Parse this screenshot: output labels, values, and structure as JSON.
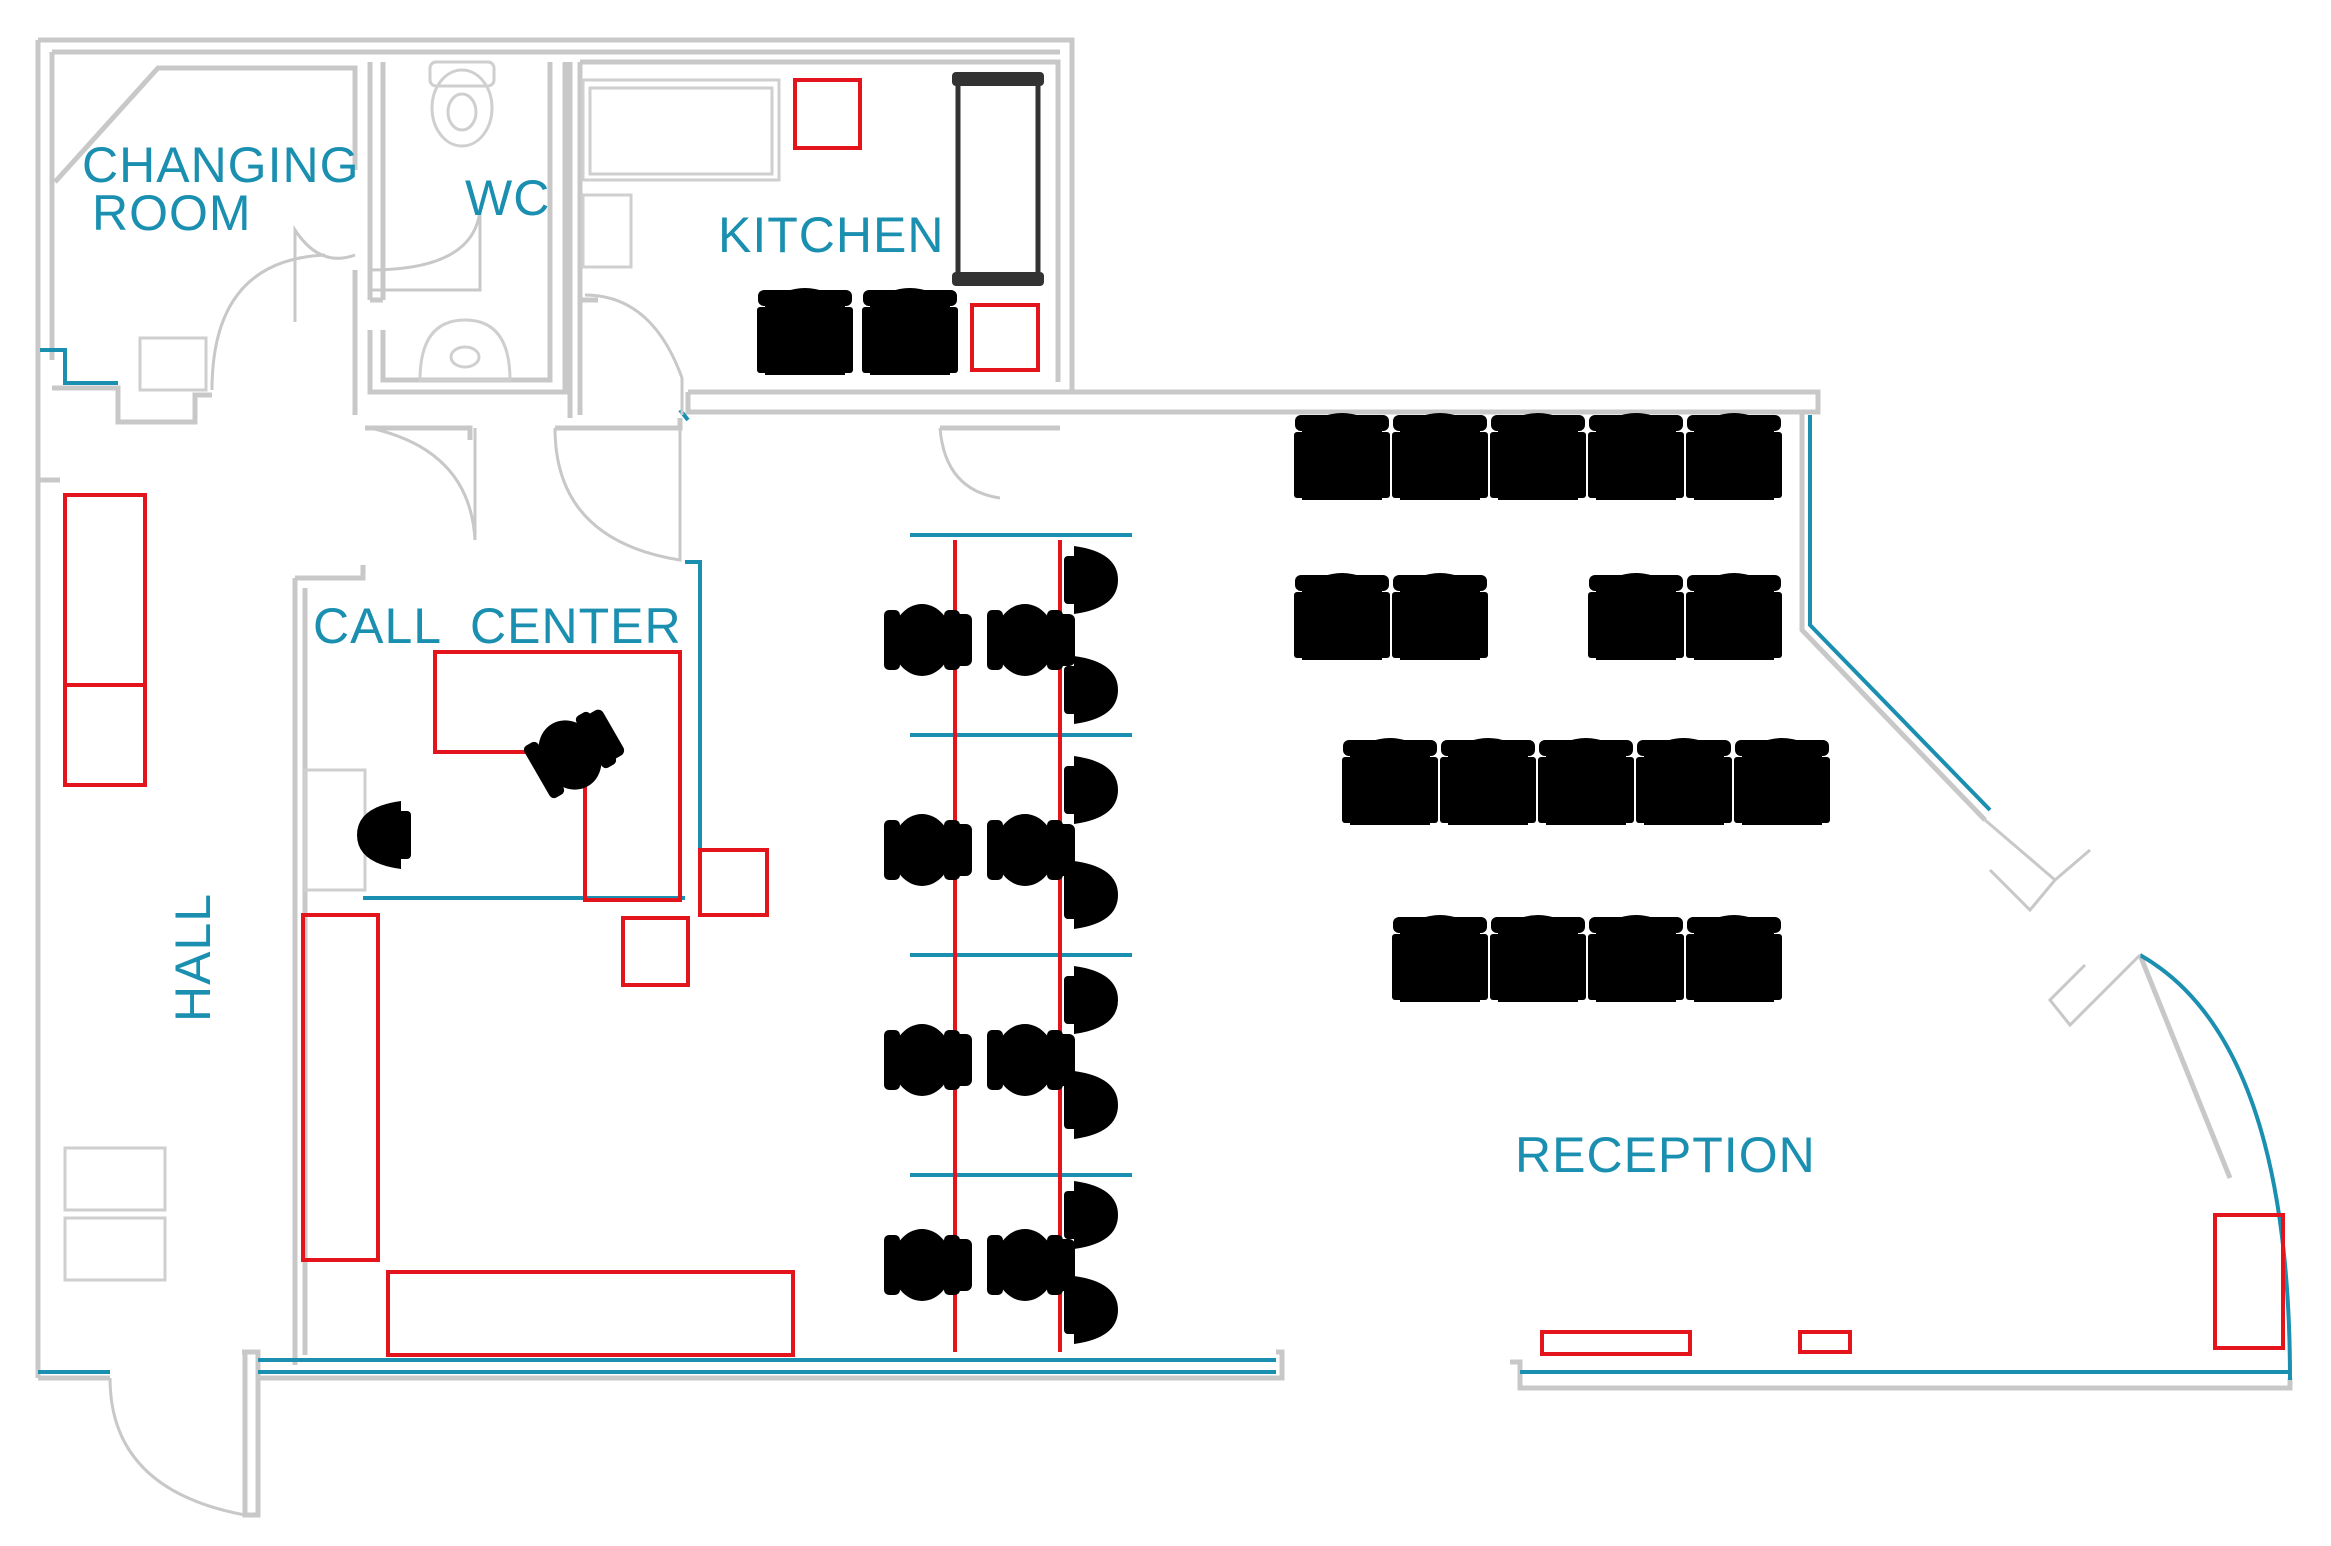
{
  "rooms": {
    "changing_room": [
      "CHANGING",
      "ROOM"
    ],
    "wc": "WC",
    "kitchen": "KITCHEN",
    "call_center": "CALL  CENTER",
    "hall": "HALL",
    "reception": "RECEPTION"
  },
  "colors": {
    "walls": "#c8c8c8",
    "glazing": "#1a8fb0",
    "highlight": "#e3141b",
    "labels": "#1a8fb0",
    "seating": "#4d4d4d"
  },
  "symbols": {
    "door": "door-swing-icon",
    "lounge_chair": "lounge-chair-icon",
    "office_chair": "office-chair-icon",
    "toilet": "toilet-icon",
    "sink": "sink-icon"
  }
}
